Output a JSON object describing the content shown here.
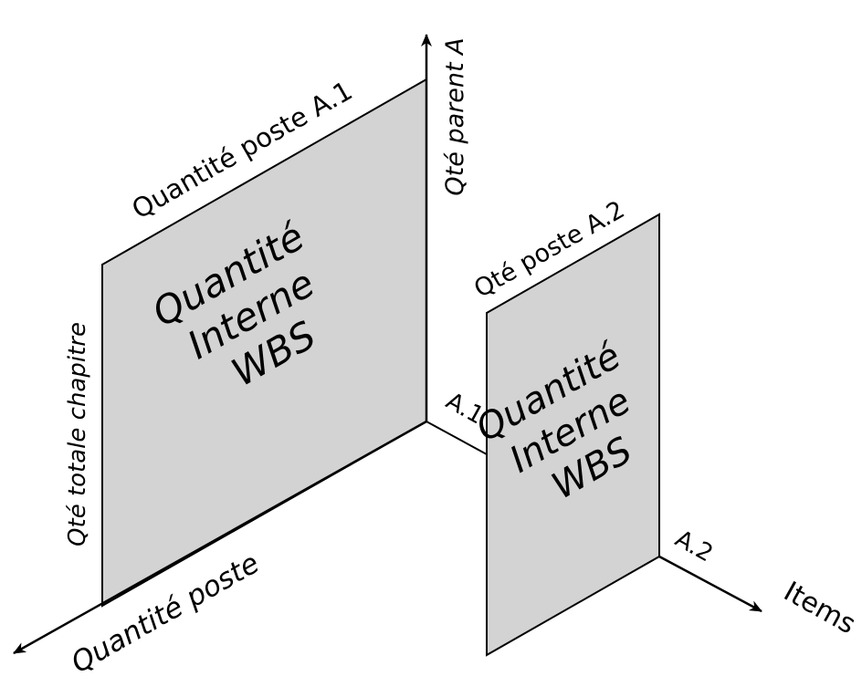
{
  "colors": {
    "panel_fill": "#d3d3d3",
    "stroke": "#000000",
    "background": "#ffffff"
  },
  "axes": {
    "vertical": "Qté parent A",
    "left_down": "Quantité poste",
    "right_down": "Items"
  },
  "panel_left": {
    "top_edge_label": "Quantité poste A.1",
    "left_edge_label": "Qté totale chapitre",
    "body_lines": [
      "Quantité",
      "Interne",
      "WBS"
    ]
  },
  "panel_right": {
    "top_edge_label": "Qté poste A.2",
    "body_lines": [
      "Quantité",
      "Interne",
      "WBS"
    ]
  },
  "markers": {
    "a1": "A.1",
    "a2": "A.2"
  }
}
